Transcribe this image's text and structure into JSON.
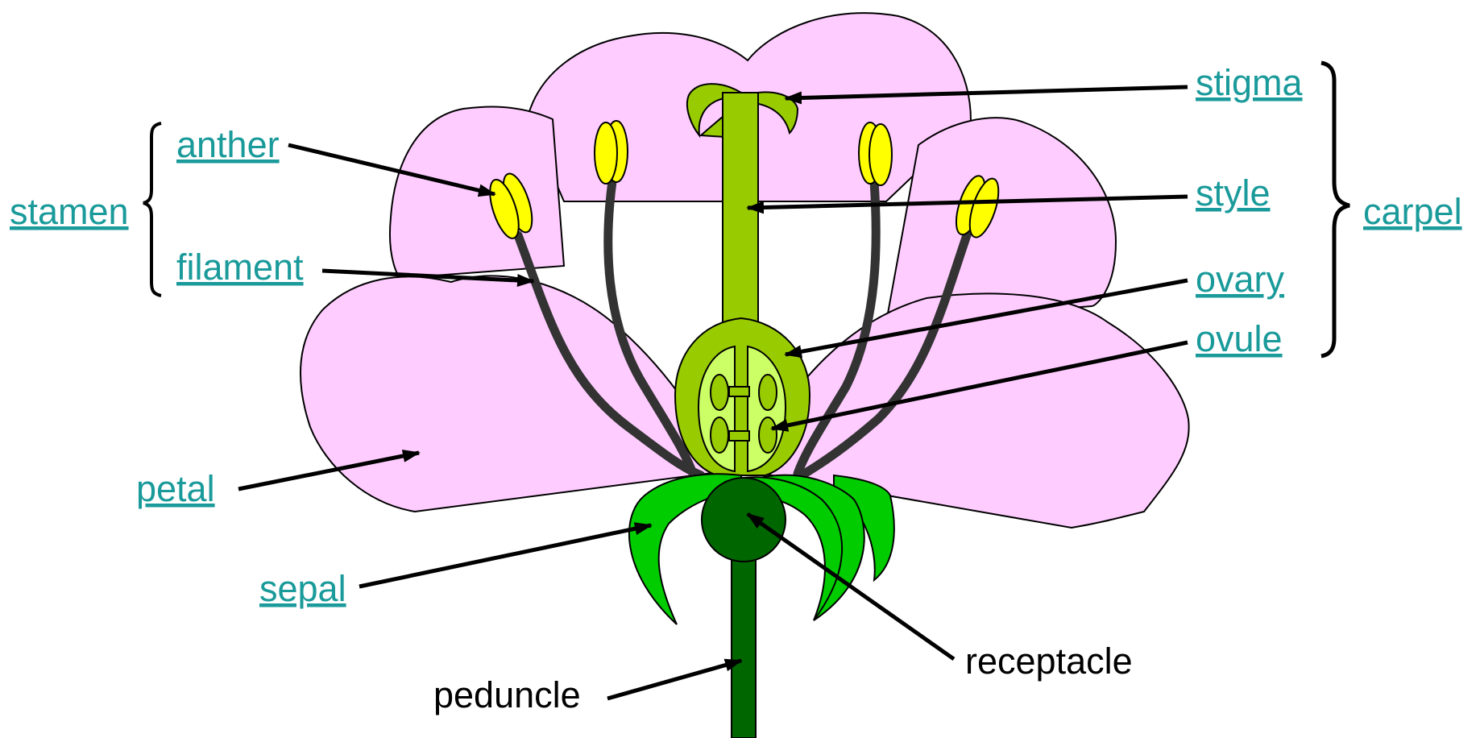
{
  "labels": {
    "stamen": "stamen",
    "anther": "anther",
    "filament": "filament",
    "petal": "petal",
    "sepal": "sepal",
    "peduncle": "peduncle",
    "receptacle": "receptacle",
    "stigma": "stigma",
    "style": "style",
    "ovary": "ovary",
    "ovule": "ovule",
    "carpel": "carpel"
  },
  "colors": {
    "link": "#1a9a9a",
    "petal": "#ffccff",
    "anther": "#ffff00",
    "filament": "#333333",
    "style": "#99cc00",
    "ovary_inner": "#ccff66",
    "sepal": "#00cc00",
    "receptacle": "#006600"
  }
}
